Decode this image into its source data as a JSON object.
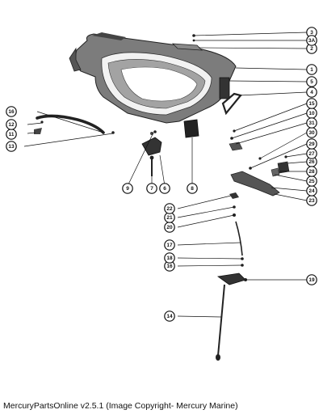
{
  "caption": "MercuryPartsOnline v2.5.1 (Image Copyright- Mercury Marine)",
  "callouts": [
    "1",
    "2",
    "3",
    "3A",
    "4",
    "5",
    "6",
    "7",
    "8",
    "9",
    "10",
    "11",
    "12",
    "13",
    "14",
    "15",
    "16",
    "16",
    "17",
    "18",
    "19",
    "20",
    "21",
    "22",
    "23",
    "24",
    "25",
    "26",
    "27",
    "28",
    "29",
    "30",
    "31"
  ]
}
